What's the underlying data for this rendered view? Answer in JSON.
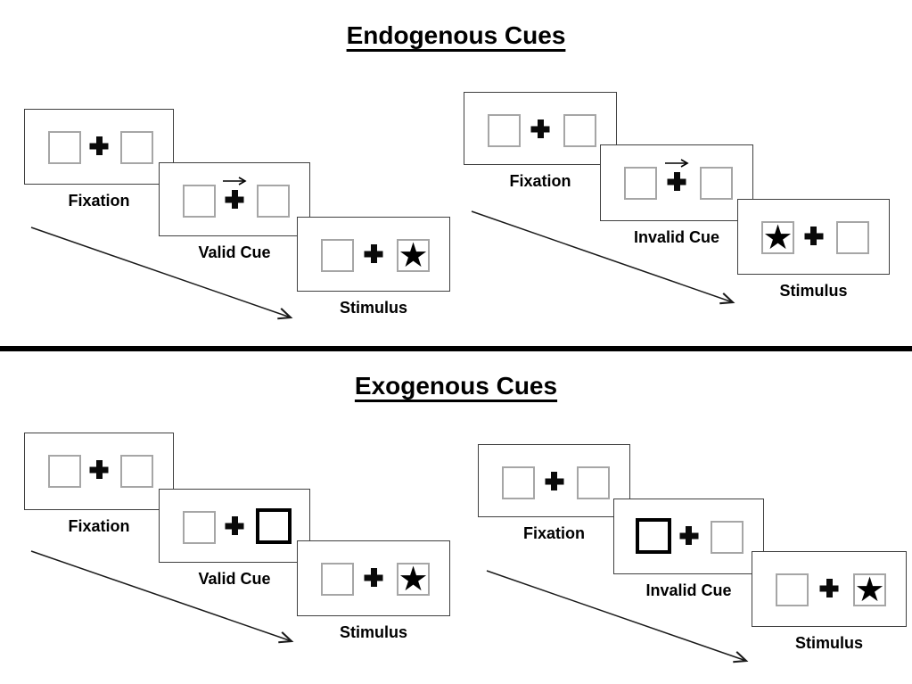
{
  "sections": [
    {
      "title": "Endogenous Cues",
      "groups": [
        {
          "id": "endogenous-valid",
          "panels": [
            {
              "label": "Fixation"
            },
            {
              "label": "Valid Cue"
            },
            {
              "label": "Stimulus"
            }
          ]
        },
        {
          "id": "endogenous-invalid",
          "panels": [
            {
              "label": "Fixation"
            },
            {
              "label": "Invalid Cue"
            },
            {
              "label": "Stimulus"
            }
          ]
        }
      ]
    },
    {
      "title": "Exogenous Cues",
      "groups": [
        {
          "id": "exogenous-valid",
          "panels": [
            {
              "label": "Fixation"
            },
            {
              "label": "Valid Cue"
            },
            {
              "label": "Stimulus"
            }
          ]
        },
        {
          "id": "exogenous-invalid",
          "panels": [
            {
              "label": "Fixation"
            },
            {
              "label": "Invalid Cue"
            },
            {
              "label": "Stimulus"
            }
          ]
        }
      ]
    }
  ],
  "icons": {
    "star_glyph": "★",
    "fixation_cross": "plus-cross",
    "cue_arrow": "right-arrow"
  },
  "colors": {
    "ink": "#000000",
    "square_border": "#a6a6a6",
    "panel_border": "#3f3f3f",
    "background": "#ffffff"
  }
}
